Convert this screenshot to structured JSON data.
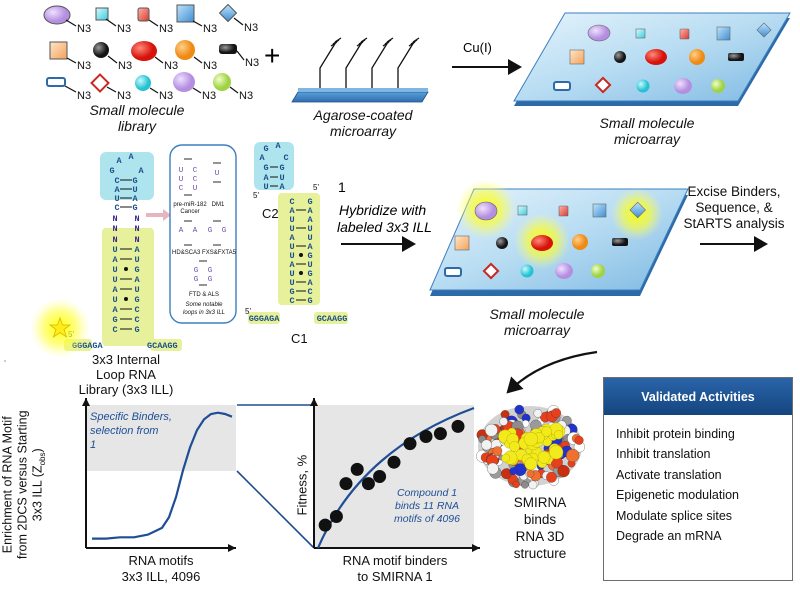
{
  "colors": {
    "array_top": "#bfe0f4",
    "array_blue": "#4f92cf",
    "array_dark": "#2d6aa8",
    "curve": "#1f4e94",
    "rna_yellow": "#e7f09a",
    "rna_cyan": "#aee4ee",
    "header_blue": "#1d5797",
    "glow": "#ffff00"
  },
  "reaction": {
    "azide": "N3",
    "plus": "+",
    "catalyst": "Cu(I)",
    "library_label": [
      "Small molecule",
      "library"
    ],
    "agarose_label": [
      "Agarose-coated",
      "microarray"
    ],
    "array_label": [
      "Small molecule",
      "microarray"
    ]
  },
  "rna": {
    "library_label": [
      "3x3 Internal",
      "Loop RNA",
      "Library (3x3 ILL)"
    ],
    "loop_text": [
      "pre-miR-182",
      "Cancer",
      "DM1",
      "HD&SCA3 FXS&FXTA5",
      "FTD & ALS"
    ],
    "loop_caption": [
      "Some notable",
      "loops in 3x3 ILL"
    ],
    "c2_label": "C2",
    "c1_label": "C1",
    "five_prime": "5'",
    "seq_left": "GGGAGA",
    "seq_right": "GCAAGG",
    "seq_c1_left": "GGGAGA",
    "seq_c1_right": "GCAAGG"
  },
  "hybridize": {
    "step": "1",
    "label": [
      "Hybridize with",
      "labeled 3x3 ILL"
    ],
    "array_label": [
      "Small molecule",
      "microarray"
    ],
    "next_step": [
      "Excise Binders,",
      "Sequence, &",
      "StARTS analysis"
    ]
  },
  "chart1": {
    "ylabel": [
      "Enrichment of RNA Motif",
      "from 2DCS versus Starting",
      "3x3 ILL (Z",
      "obs",
      ")"
    ],
    "annotation": [
      "Specific Binders,",
      "selection from",
      "1"
    ],
    "xlabel": [
      "RNA motifs",
      "3x3 ILL, 4096"
    ]
  },
  "chart2": {
    "ylabel": "Fitness, %",
    "annotation": [
      "Compound 1",
      "binds 11 RNA",
      "motifs of 4096"
    ],
    "xlabel": [
      "RNA motif binders",
      "to SMIRNA 1"
    ]
  },
  "structure": {
    "label": [
      "SMIRNA",
      "binds",
      "RNA 3D",
      "structure"
    ]
  },
  "validated": {
    "title": "Validated Activities",
    "items": [
      "Inhibit protein binding",
      "Inhibit translation",
      "Activate translation",
      "Epigenetic modulation",
      "Modulate splice sites",
      "Degrade an mRNA"
    ]
  },
  "chart_data": [
    {
      "type": "line",
      "title": "",
      "xlabel": "RNA motifs 3x3 ILL, 4096",
      "ylabel": "Enrichment of RNA Motif from 2DCS versus Starting 3x3 ILL (Zobs)",
      "series": [
        {
          "x": [
            0,
            0.1,
            0.2,
            0.3,
            0.4,
            0.5,
            0.55,
            0.6,
            0.65,
            0.7,
            0.75,
            0.8,
            0.85,
            0.9,
            0.95,
            1.0
          ],
          "y": [
            0.04,
            0.04,
            0.05,
            0.05,
            0.07,
            0.12,
            0.2,
            0.35,
            0.55,
            0.72,
            0.85,
            0.93,
            0.97,
            0.98,
            0.97,
            0.95
          ]
        }
      ]
    },
    {
      "type": "scatter",
      "title": "",
      "xlabel": "RNA motif binders to SMIRNA 1",
      "ylabel": "Fitness, %",
      "series": [
        {
          "x": [
            0.07,
            0.14,
            0.2,
            0.27,
            0.34,
            0.41,
            0.5,
            0.6,
            0.7,
            0.79,
            0.9
          ],
          "y": [
            0.16,
            0.22,
            0.45,
            0.55,
            0.45,
            0.5,
            0.6,
            0.73,
            0.78,
            0.8,
            0.85
          ]
        }
      ]
    }
  ]
}
